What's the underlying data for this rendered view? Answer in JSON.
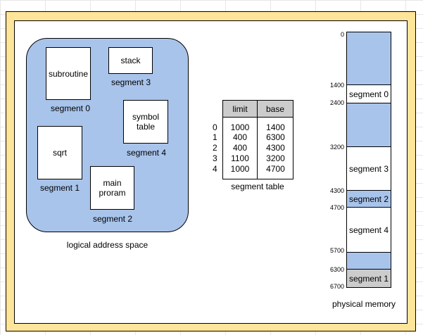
{
  "logical": {
    "caption": "logical address space",
    "segments": [
      {
        "name": "subroutine",
        "label": "segment 0"
      },
      {
        "name": "sqrt",
        "label": "segment 1"
      },
      {
        "name": "main\nproram",
        "label": "segment 2"
      },
      {
        "name": "stack",
        "label": "segment 3"
      },
      {
        "name": "symbol\ntable",
        "label": "segment 4"
      }
    ]
  },
  "segment_table": {
    "caption": "segment table",
    "headers": [
      "limit",
      "base"
    ],
    "rows": [
      {
        "index": "0",
        "limit": "1000",
        "base": "1400"
      },
      {
        "index": "1",
        "limit": "400",
        "base": "6300"
      },
      {
        "index": "2",
        "limit": "400",
        "base": "4300"
      },
      {
        "index": "3",
        "limit": "1100",
        "base": "3200"
      },
      {
        "index": "4",
        "limit": "1000",
        "base": "4700"
      }
    ]
  },
  "physical": {
    "caption": "physical memory",
    "addresses": [
      "0",
      "1400",
      "2400",
      "3200",
      "4300",
      "4700",
      "5700",
      "6300",
      "6700"
    ],
    "blocks": [
      {
        "label": "",
        "color": "#a9c4eb"
      },
      {
        "label": "segment 0",
        "color": "#ffffff"
      },
      {
        "label": "",
        "color": "#a9c4eb"
      },
      {
        "label": "segment 3",
        "color": "#ffffff"
      },
      {
        "label": "segment 2",
        "color": "#a9c4eb"
      },
      {
        "label": "segment 4",
        "color": "#ffffff"
      },
      {
        "label": "",
        "color": "#a9c4eb"
      },
      {
        "label": "segment 1",
        "color": "#cccccc"
      }
    ]
  },
  "colors": {
    "frame": "#ffe599",
    "logical_space": "#a9c4eb",
    "free_memory": "#a9c4eb",
    "table_header": "#cccccc"
  }
}
